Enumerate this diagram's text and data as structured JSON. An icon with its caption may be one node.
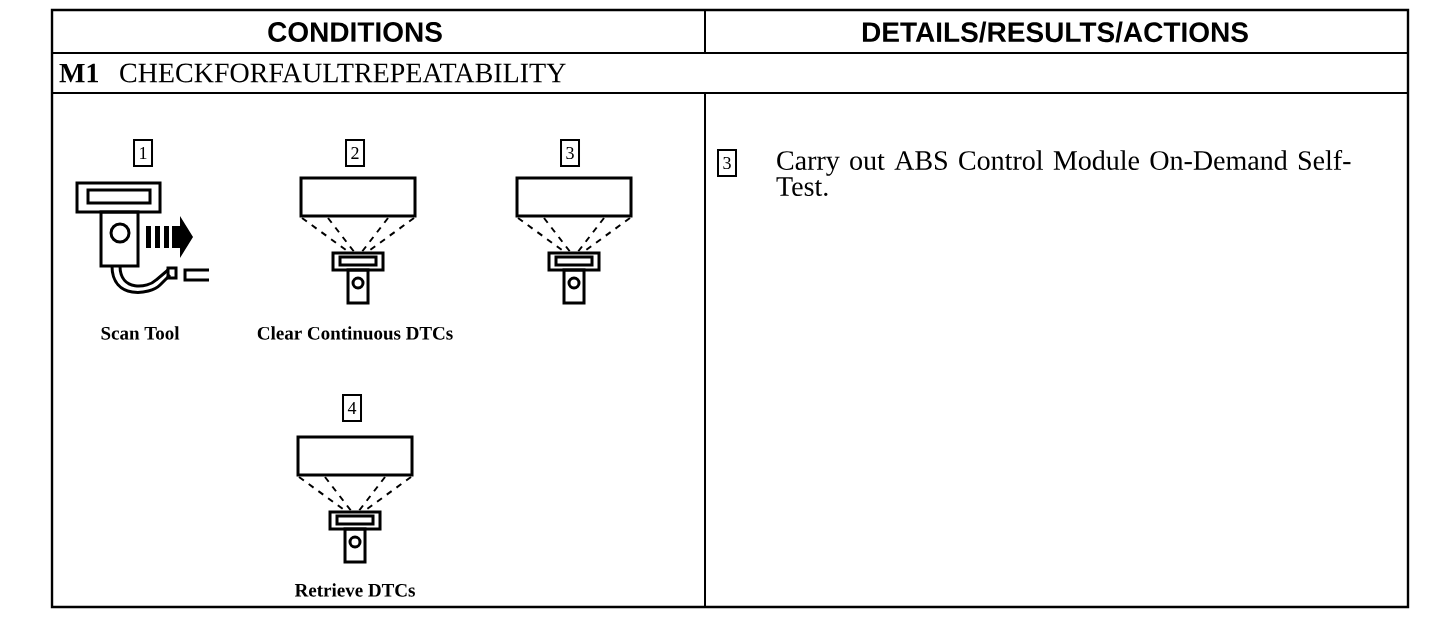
{
  "diagram": {
    "nodes": [
      {
        "text": [
          "1"
        ]
      },
      {
        "text": [
          "2"
        ]
      },
      {
        "text": [
          "3"
        ]
      },
      {
        "text": [
          "4"
        ]
      },
      {
        "text": [
          "3"
        ],
        "beside": [
          "Carry out ABS Control Module On-Demand Self-Test."
        ]
      }
    ],
    "labels": [
      "CONDITIONS",
      "DETAILS/RESULTS/ACTIONS",
      "M1",
      "CHECKFORFAULTREPEATABILITY",
      "Scan Tool",
      "Clear Continuous DTCs",
      "Retrieve DTCs"
    ]
  }
}
